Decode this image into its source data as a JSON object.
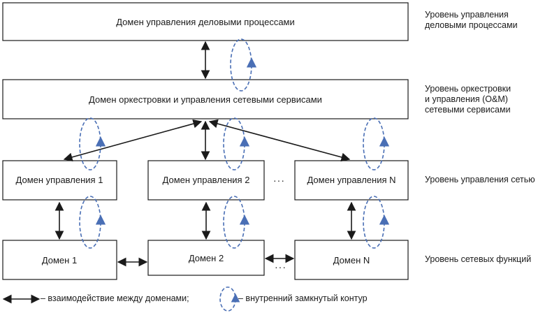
{
  "domains": {
    "business": "Домен управления деловыми процессами",
    "orchestration": "Домен оркестровки и управления сетевыми сервисами",
    "mgmt1": "Домен управления 1",
    "mgmt2": "Домен управления 2",
    "mgmtN": "Домен управления N",
    "net1": "Домен 1",
    "net2": "Домен 2",
    "netN": "Домен N"
  },
  "ellipsis": "···",
  "levels": {
    "business": [
      "Уровень управления",
      "деловыми процессами"
    ],
    "orchestration": [
      "Уровень оркестровки",
      "и управления (O&M)",
      "сетевыми сервисами"
    ],
    "network_mgmt": "Уровень управления сетью",
    "network_functions": "Уровень сетевых функций"
  },
  "legend": {
    "interaction": "– взаимодействие между доменами;",
    "closed_loop": "– внутренний замкнутый контур"
  },
  "colors": {
    "line": "#1a1a1a",
    "loop": "#4a6fb5"
  }
}
